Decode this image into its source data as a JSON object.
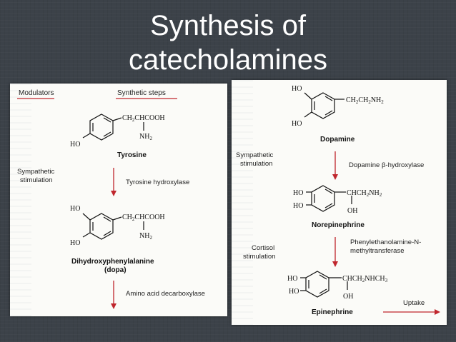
{
  "slide": {
    "title_line1": "Synthesis of",
    "title_line2": "catecholamines"
  },
  "left_panel": {
    "header_modulators": "Modulators",
    "header_synthetic": "Synthetic steps",
    "tyrosine": {
      "name": "Tyrosine",
      "ho": "HO",
      "side_chain": "CH",
      "side_chain_tail": "CHCOOH",
      "amine": "NH",
      "sub2": "2"
    },
    "sympathetic_line1": "Sympathetic",
    "sympathetic_line2": "stimulation",
    "enzyme1": "Tyrosine hydroxylase",
    "dopa": {
      "ho_top": "HO",
      "ho_bottom": "HO",
      "side_chain": "CH",
      "side_chain_tail": "CHCOOH",
      "amine": "NH",
      "sub2": "2",
      "name_line1": "Dihydroxyphenylalanine",
      "name_line2": "(dopa)"
    },
    "enzyme2": "Amino acid decarboxylase"
  },
  "right_panel": {
    "dopamine": {
      "ho_top": "HO",
      "ho_bottom": "HO",
      "chain_a": "CH",
      "chain_b": "CH",
      "chain_c": "NH",
      "sub2": "2",
      "name": "Dopamine"
    },
    "sympathetic_line1": "Sympathetic",
    "sympathetic_line2": "stimulation",
    "enzyme3": "Dopamine β-hydroxylase",
    "norepinephrine": {
      "ho_top": "HO",
      "ho_bottom": "HO",
      "chain_a": "CHCH",
      "chain_b": "NH",
      "sub2": "2",
      "oh": "OH",
      "name": "Norepinephrine"
    },
    "cortisol_line1": "Cortisol",
    "cortisol_line2": "stimulation",
    "enzyme4_line1": "Phenylethanolamine-N-",
    "enzyme4_line2": "methyltransferase",
    "epinephrine": {
      "ho_top": "HO",
      "ho_bottom": "HO",
      "chain_a": "CHCH",
      "chain_b": "NHCH",
      "sub2": "2",
      "sub3": "3",
      "oh": "OH",
      "name": "Epinephrine"
    },
    "uptake": "Uptake"
  },
  "colors": {
    "background": "#3c4249",
    "title": "#ffffff",
    "panel": "#fbfbf8",
    "accent_red": "#c0262d",
    "ink": "#111111"
  }
}
